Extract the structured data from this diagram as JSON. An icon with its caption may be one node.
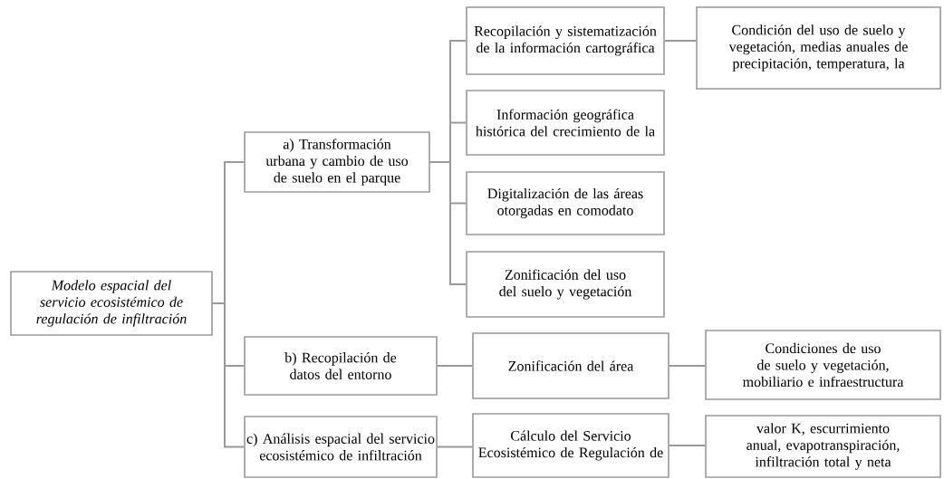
{
  "diagram": {
    "nodes": [
      {
        "text": [
          "Modelo espacial del servicio ecosistémico de regulación de infiltración"
        ]
      },
      {
        "text": [
          "a) Transformación urbana y cambio de uso de suelo en el parque"
        ]
      },
      {
        "text": [
          "Recopilación y sistematización de la información cartográfica"
        ]
      },
      {
        "text": [
          "Condición del uso de suelo y vegetación, medias anuales de precipitación, temperatura, la"
        ]
      },
      {
        "text": [
          "Información geográfica histórica del crecimiento de la"
        ]
      },
      {
        "text": [
          "Digitalización de las áreas otorgadas en comodato"
        ]
      },
      {
        "text": [
          "Zonificación del uso del suelo y vegetación"
        ]
      },
      {
        "text": [
          "b) Recopilación de datos del entorno"
        ]
      },
      {
        "text": [
          "Zonificación del área"
        ]
      },
      {
        "text": [
          "Condiciones de uso de suelo y vegetación, mobiliario e infraestructura"
        ]
      },
      {
        "text": [
          "c) Análisis espacial del servicio ecosistémico de infiltración"
        ]
      },
      {
        "text": [
          "Cálculo del Servicio Ecosistémico de Regulación de"
        ]
      },
      {
        "text": [
          "valor K, escurrimiento anual, evapotranspiración, infiltración total y neta"
        ]
      }
    ],
    "edges": [
      {
        "from": 0,
        "to": 1,
        "arrow": "none"
      },
      {
        "from": 0,
        "to": 7,
        "arrow": "none"
      },
      {
        "from": 0,
        "to": 10,
        "arrow": "none"
      },
      {
        "from": 1,
        "to": 2,
        "arrow": "none"
      },
      {
        "from": 1,
        "to": 4,
        "arrow": "none"
      },
      {
        "from": 1,
        "to": 5,
        "arrow": "none"
      },
      {
        "from": 1,
        "to": 6,
        "arrow": "none"
      },
      {
        "from": 2,
        "to": 3,
        "arrow": "none"
      },
      {
        "from": 7,
        "to": 8,
        "arrow": "none"
      },
      {
        "from": 8,
        "to": 9,
        "arrow": "none"
      },
      {
        "from": 10,
        "to": 11,
        "arrow": "none"
      },
      {
        "from": 11,
        "to": 12,
        "arrow": "none"
      }
    ]
  }
}
